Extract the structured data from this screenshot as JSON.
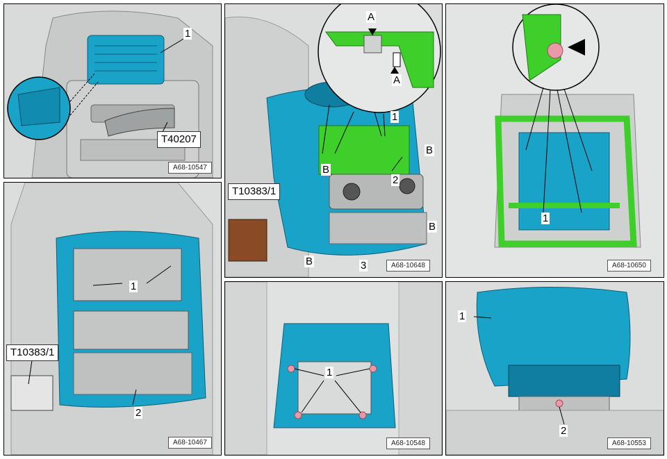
{
  "panels": [
    {
      "ref": "A68-10547",
      "callouts": [
        "1"
      ],
      "tool": "T40207"
    },
    {
      "ref": "A68-10648",
      "callouts": [
        "1",
        "2",
        "3",
        "A",
        "A",
        "B",
        "B",
        "B",
        "B"
      ],
      "tool": "T10383/1"
    },
    {
      "ref": "A68-10650",
      "callouts": [
        "1"
      ]
    },
    {
      "ref": "A68-10467",
      "callouts": [
        "1",
        "2"
      ],
      "tool": "T10383/1"
    },
    {
      "ref": "A68-10548",
      "callouts": [
        "1"
      ]
    },
    {
      "ref": "A68-10553",
      "callouts": [
        "1",
        "2"
      ]
    }
  ],
  "colors": {
    "part_blue": "#1aa3c9",
    "detail_green": "#3fcf2a",
    "tool_brown": "#8a4a25",
    "background": "#e9eaea"
  }
}
